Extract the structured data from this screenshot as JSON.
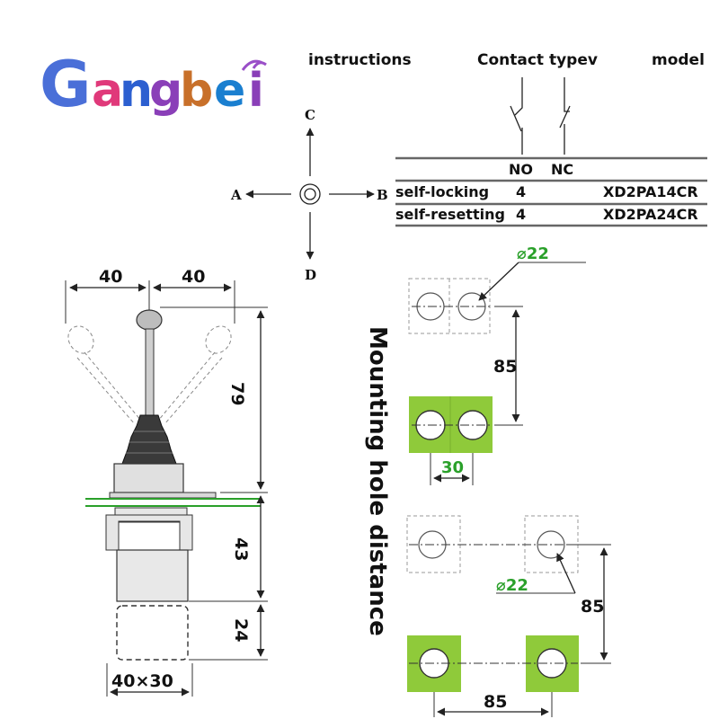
{
  "brand": {
    "letters": [
      "G",
      "a",
      "n",
      "g",
      "b",
      "e",
      "i"
    ],
    "colors": [
      "#4a6fd8",
      "#e0397a",
      "#2c5fd0",
      "#8a3fb8",
      "#c8702a",
      "#1a7fd0",
      "#8a3fb8"
    ]
  },
  "table": {
    "headers": {
      "instructions": "instructions",
      "contact_type": "Contact typev",
      "model": "model"
    },
    "contact_labels": {
      "no": "NO",
      "nc": "NC"
    },
    "rows": [
      {
        "instruction": "self-locking",
        "contacts": "4",
        "model": "XD2PA14CR"
      },
      {
        "instruction": "self-resetting",
        "contacts": "4",
        "model": "XD2PA24CR"
      }
    ]
  },
  "directions": {
    "up": "C",
    "down": "D",
    "left": "A",
    "right": "B"
  },
  "switch_dims": {
    "left_width": "40",
    "right_width": "40",
    "lever_height": "79",
    "body_height": "43",
    "contact_height": "24",
    "base_size": "40×30"
  },
  "mounting": {
    "title": "Mounting hole distance",
    "top_diameter": "⌀22",
    "vertical_distance_top": "85",
    "horizontal_distance_top": "30",
    "bottom_diameter": "⌀22",
    "vertical_distance_bottom": "85",
    "horizontal_distance_bottom": "85"
  },
  "colors": {
    "plate_green": "#8fca3a",
    "dim_green": "#2aa02a",
    "panel_line": "#2aa02a"
  }
}
